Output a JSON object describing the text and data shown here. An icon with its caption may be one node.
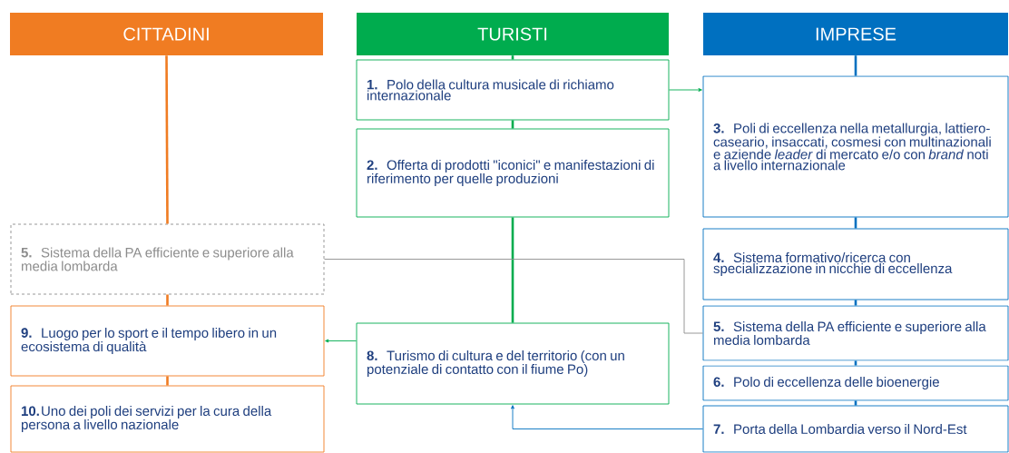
{
  "diagram": {
    "nodes": [
      {
        "text": [
          "CITTADINI"
        ]
      },
      {
        "text": [
          "TURISTI"
        ]
      },
      {
        "text": [
          "IMPRESE"
        ]
      },
      {
        "text": [
          "5.",
          "Sistema della PA efficiente e superiore alla media lombarda"
        ]
      },
      {
        "text": [
          "9.",
          "Luogo per lo sport e il tempo libero in un ecosistema di qualità"
        ]
      },
      {
        "text": [
          "10.",
          "Uno dei poli dei servizi per la cura della persona a livello nazionale"
        ]
      },
      {
        "text": [
          "1.",
          "Polo della cultura musicale di richiamo internazionale"
        ]
      },
      {
        "text": [
          "2.",
          "Offerta di prodotti \"iconici\" e manifestazioni di riferimento per quelle produzioni"
        ]
      },
      {
        "text": [
          "8.",
          "Turismo di cultura e del territorio (con un potenziale di contatto con il fiume Po)"
        ]
      },
      {
        "text": [
          "3.",
          "Poli di eccellenza nella metallurgia, lattiero-caseario, insaccati, cosmesi con multinazionali e aziende *leader* di mercato e/o con *brand* noti a livello internazionale"
        ]
      },
      {
        "text": [
          "4.",
          "Sistema formativo/ricerca con specializzazione in nicchie di eccellenza"
        ]
      },
      {
        "text": [
          "5.",
          "Sistema della PA efficiente e superiore alla media lombarda"
        ]
      },
      {
        "text": [
          "6.",
          "Polo di eccellenza delle bioenergie"
        ]
      },
      {
        "text": [
          "7.",
          "Porta della Lombardia verso il Nord-Est"
        ]
      }
    ],
    "edges": [
      {
        "from": 0,
        "to": 3,
        "arrow": "none",
        "color": "#f07c22"
      },
      {
        "from": 3,
        "to": 4,
        "arrow": "none",
        "color": "#f07c22"
      },
      {
        "from": 4,
        "to": 5,
        "arrow": "none",
        "color": "#f07c22"
      },
      {
        "from": 1,
        "to": 6,
        "arrow": "none",
        "color": "#00ac4e"
      },
      {
        "from": 6,
        "to": 7,
        "arrow": "none",
        "color": "#00ac4e"
      },
      {
        "from": 7,
        "to": 8,
        "arrow": "none",
        "color": "#00ac4e"
      },
      {
        "from": 2,
        "to": 9,
        "arrow": "none",
        "color": "#0070c0"
      },
      {
        "from": 9,
        "to": 10,
        "arrow": "none",
        "color": "#0070c0"
      },
      {
        "from": 10,
        "to": 11,
        "arrow": "none",
        "color": "#0070c0"
      },
      {
        "from": 11,
        "to": 12,
        "arrow": "none",
        "color": "#0070c0"
      },
      {
        "from": 12,
        "to": 13,
        "arrow": "none",
        "color": "#0070c0"
      },
      {
        "from": 6,
        "to": 9,
        "arrow": "to",
        "color": "#00ac4e"
      },
      {
        "from": 8,
        "to": 4,
        "arrow": "to",
        "color": "#00ac4e"
      },
      {
        "from": 13,
        "to": 8,
        "arrow": "to",
        "color": "#0070c0"
      },
      {
        "from": 3,
        "to": 11,
        "arrow": "none",
        "color": "#8c8c8c"
      }
    ]
  }
}
